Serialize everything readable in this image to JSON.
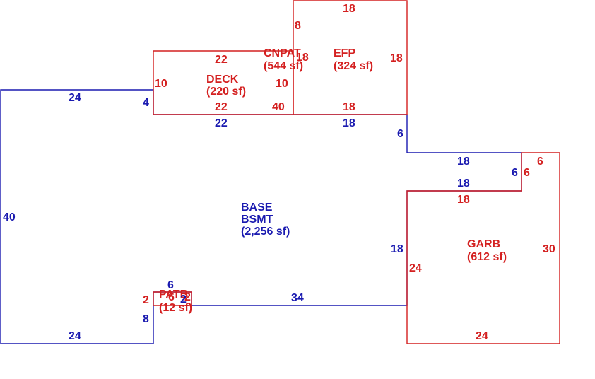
{
  "colors": {
    "base": "#1a1ab0",
    "addition": "#d42020"
  },
  "areas": {
    "base": {
      "name": "BASE",
      "sub": "BSMT",
      "area": "(2,256 sf)"
    },
    "deck": {
      "name": "DECK",
      "area": "(220 sf)"
    },
    "cnpat": {
      "name": "CNPAT",
      "area": "(544 sf)"
    },
    "efp": {
      "name": "EFP",
      "area": "(324 sf)"
    },
    "garb": {
      "name": "GARB",
      "area": "(612 sf)"
    },
    "patb": {
      "name": "PATB",
      "area": "(12 sf)"
    }
  },
  "dimensions": {
    "base_left": "40",
    "base_top_left": "24",
    "base_bottom_left": "24",
    "base_step_up": "4",
    "base_top_mid": "22",
    "base_top_right": "18",
    "base_right_step": "6",
    "base_notch_top": "18",
    "base_notch_right": "6",
    "base_notch_bottom": "18",
    "base_right_lower": "18",
    "base_bottom_right": "34",
    "base_patio_top": "6",
    "base_patio_gap": "2",
    "base_patio_side": "8",
    "deck_left": "10",
    "deck_top": "22",
    "deck_bottom": "22",
    "deck_right": "10",
    "cnpat_bottom": "40",
    "cnpat_side": "18",
    "efp_top": "18",
    "efp_left": "8",
    "efp_right": "18",
    "efp_bottom": "18",
    "garb_top": "18",
    "garb_corner_top": "6",
    "garb_corner_side": "6",
    "garb_right": "30",
    "garb_left": "24",
    "garb_bottom": "24",
    "patb_left": "2",
    "patb_top": "6",
    "patb_right": "2"
  }
}
